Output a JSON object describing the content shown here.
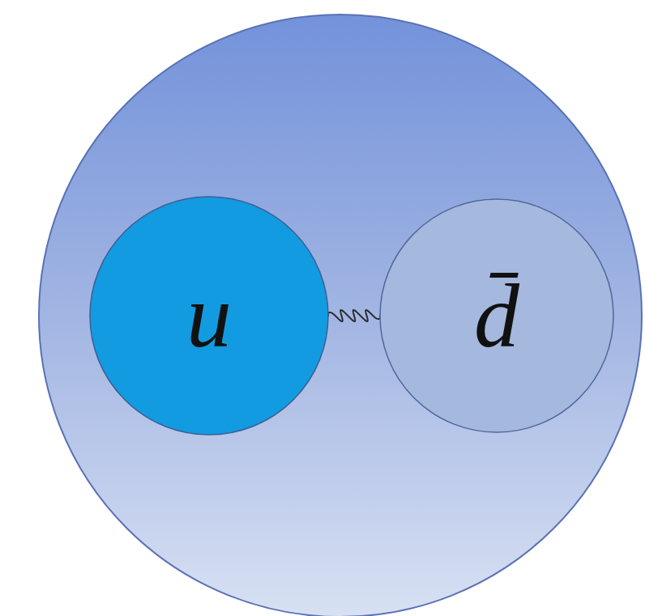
{
  "diagram": {
    "nodes": [
      {
        "text": [
          "u"
        ]
      },
      {
        "text": [
          "d̄"
        ]
      }
    ],
    "edges": [
      {
        "from": 0,
        "to": 1,
        "arrow": "none"
      }
    ]
  }
}
